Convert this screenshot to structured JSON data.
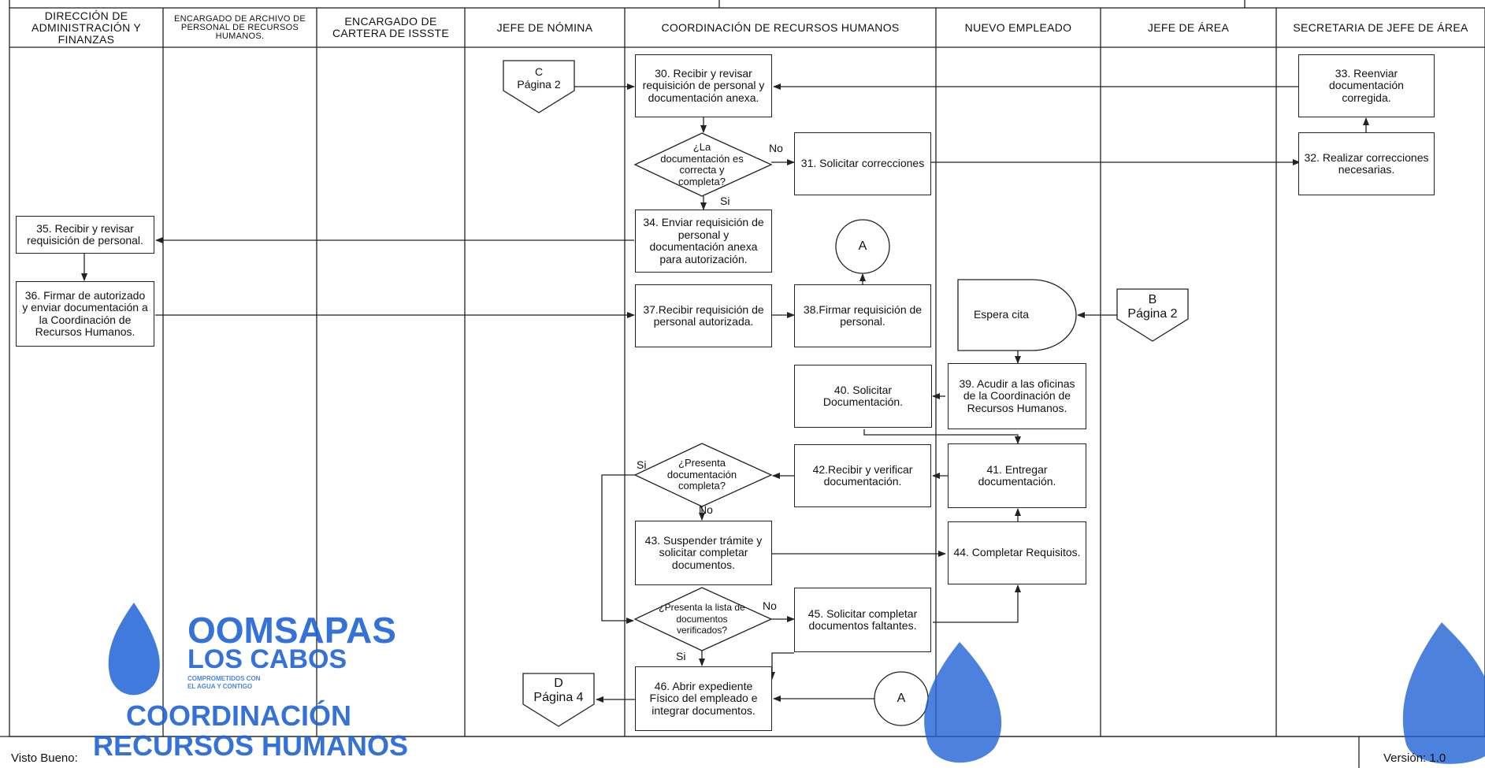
{
  "lanes": [
    {
      "title": "DIRECCIÓN DE ADMINISTRACIÓN Y FINANZAS"
    },
    {
      "title": "ENCARGADO DE ARCHIVO DE PERSONAL DE RECURSOS HUMANOS."
    },
    {
      "title": "ENCARGADO DE CARTERA DE ISSSTE"
    },
    {
      "title": "JEFE DE NÓMINA"
    },
    {
      "title": "COORDINACIÓN DE RECURSOS HUMANOS"
    },
    {
      "title": "NUEVO EMPLEADO"
    },
    {
      "title": "JEFE DE ÁREA"
    },
    {
      "title": "SECRETARIA DE JEFE DE ÁREA"
    }
  ],
  "steps": {
    "s30": "30. Recibir y revisar requisición de personal y documentación anexa.",
    "d1": "¿La documentación es correcta y completa?",
    "s31": "31. Solicitar correcciones",
    "s32": "32. Realizar correcciones necesarias.",
    "s33": "33. Reenviar documentación corregida.",
    "s34": "34. Enviar requisición de personal y documentación anexa para autorización.",
    "s35": "35. Recibir y revisar requisición de personal.",
    "s36": "36. Firmar de autorizado y enviar documentación a la Coordinación de Recursos Humanos.",
    "s37": "37.Recibir requisición de personal autorizada.",
    "s38": "38.Firmar requisición de personal.",
    "espera": "Espera cita",
    "s39": "39. Acudir a las oficinas de la Coordinación de Recursos Humanos.",
    "s40": "40. Solicitar Documentación.",
    "s41": "41. Entregar documentación.",
    "s42": "42.Recibir y verificar documentación.",
    "d2": "¿Presenta documentación completa?",
    "s43": "43. Suspender trámite y solicitar completar documentos.",
    "s44": "44. Completar Requisitos.",
    "d3": "¿Presenta la lista de documentos verificados?",
    "s45": "45. Solicitar completar documentos faltantes.",
    "s46": "46. Abrir expediente Físico del empleado e integrar documentos."
  },
  "connectors": {
    "c_top": {
      "letter": "C",
      "page": "Página 2"
    },
    "b_off": {
      "letter": "B",
      "page": "Página 2"
    },
    "d_off": {
      "letter": "D",
      "page": "Página 4"
    },
    "a1": "A",
    "a2": "A"
  },
  "labels": {
    "no": "No",
    "si": "Si"
  },
  "logo": {
    "line1": "OOMSAPAS",
    "line2": "LOS CABOS",
    "tagline1": "COMPROMETIDOS CON",
    "tagline2": "EL AGUA Y CONTIGO",
    "dept1": "COORDINACIÓN",
    "dept2": "RECURSOS HUMANOS"
  },
  "footer": {
    "visto": "Visto Bueno:",
    "version": "Versión: 1.0"
  },
  "colors": {
    "watermark": "#1f63d6",
    "line": "#222222"
  }
}
